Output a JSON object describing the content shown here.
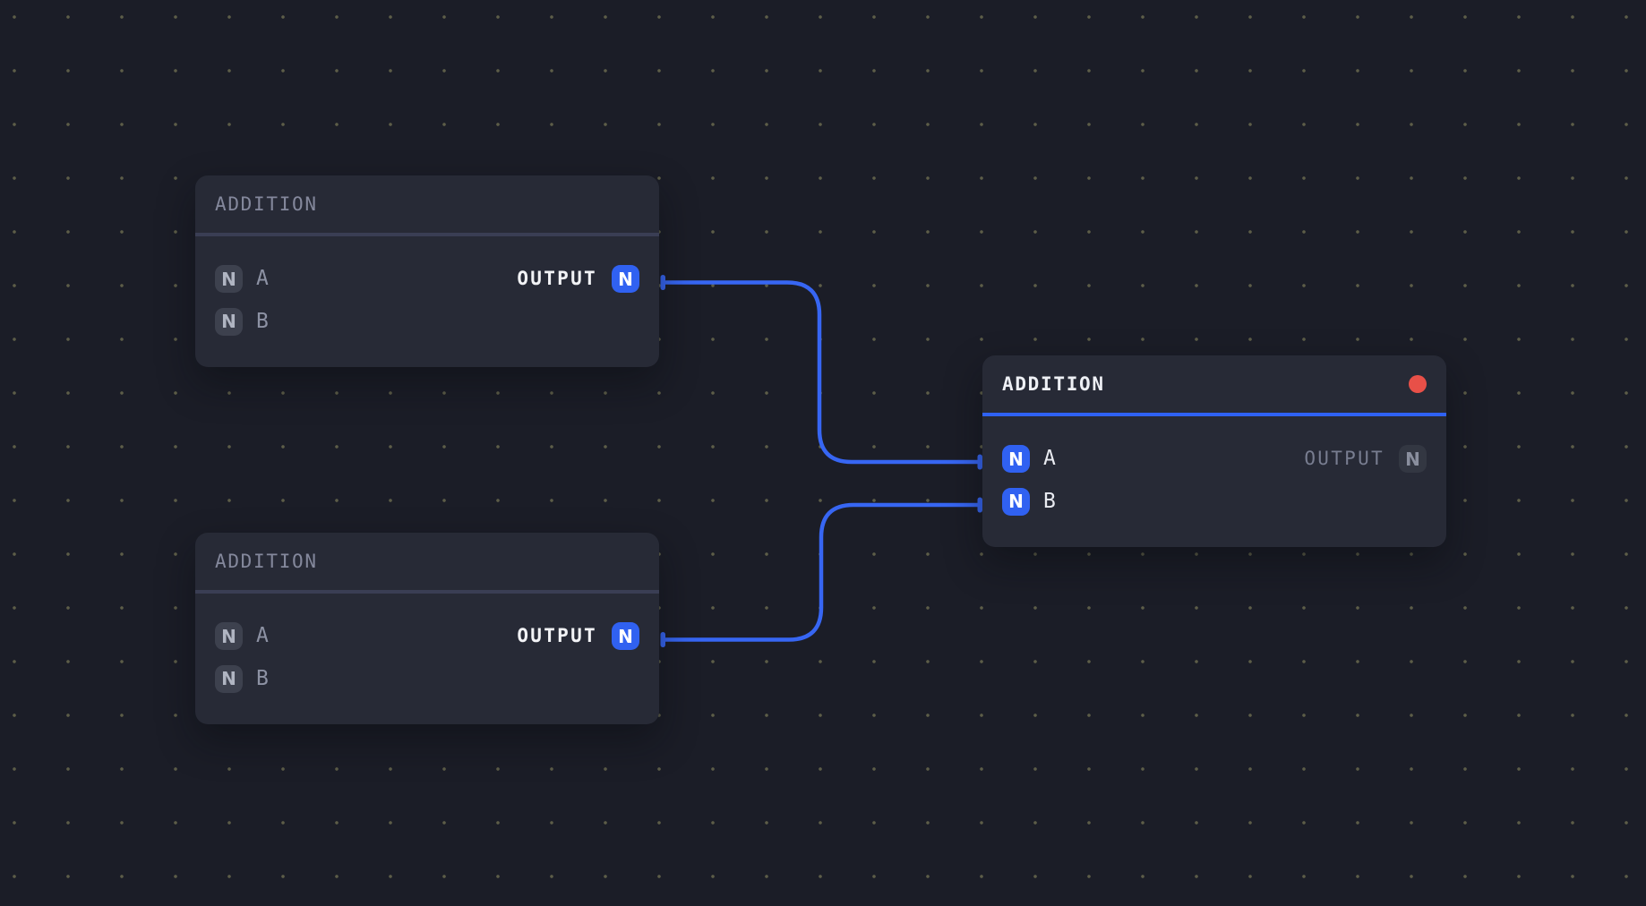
{
  "theme": {
    "canvas_bg": "#1b1d27",
    "node_bg": "#272a36",
    "divider": "#3a3e54",
    "selected_divider": "#2f62f3",
    "dot_color": "#5d5d48",
    "wire_blue": "#3766f3",
    "badge_blue": "#3061f1",
    "badge_gray_bg": "#3d414e",
    "badge_gray_fg": "#b0b5c2",
    "title_dim": "#84889c",
    "title_bright": "#eef0f5",
    "label_dim": "#8d92a4",
    "label_bright": "#e9ebf1",
    "output_bright": "#f2f3f6",
    "output_dim": "#787d90",
    "status_red": "#e85048"
  },
  "nodes": [
    {
      "id": "addition-1",
      "title": "ADDITION",
      "selected": false,
      "inputs": [
        {
          "type": "N",
          "label": "A",
          "connected": false
        },
        {
          "type": "N",
          "label": "B",
          "connected": false
        }
      ],
      "output": {
        "label": "OUTPUT",
        "type": "N",
        "connected": true
      }
    },
    {
      "id": "addition-2",
      "title": "ADDITION",
      "selected": false,
      "inputs": [
        {
          "type": "N",
          "label": "A",
          "connected": false
        },
        {
          "type": "N",
          "label": "B",
          "connected": false
        }
      ],
      "output": {
        "label": "OUTPUT",
        "type": "N",
        "connected": true
      }
    },
    {
      "id": "addition-3",
      "title": "ADDITION",
      "selected": true,
      "status_dot": true,
      "inputs": [
        {
          "type": "N",
          "label": "A",
          "connected": true
        },
        {
          "type": "N",
          "label": "B",
          "connected": true
        }
      ],
      "output": {
        "label": "OUTPUT",
        "type": "N",
        "connected": false
      }
    }
  ],
  "connections": [
    {
      "from": "addition-1.output",
      "to": "addition-3.input-a"
    },
    {
      "from": "addition-2.output",
      "to": "addition-3.input-b"
    }
  ]
}
